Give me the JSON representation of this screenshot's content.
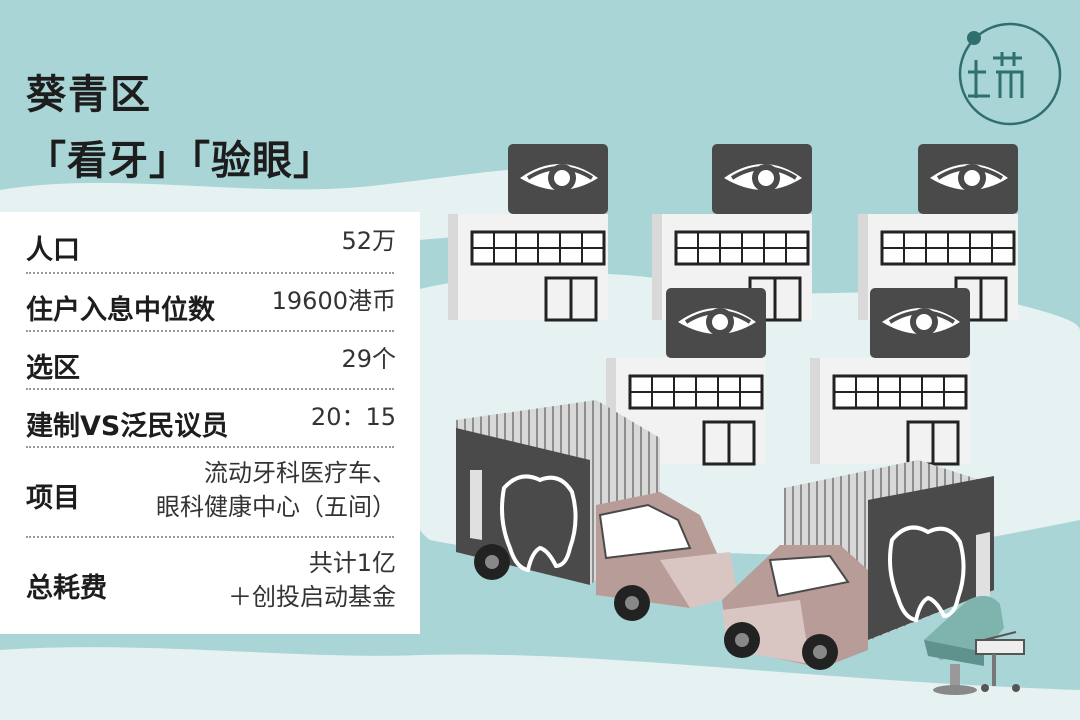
{
  "header": {
    "title_line1": "葵青区",
    "title_line2": "「看牙」「验眼」"
  },
  "logo": {
    "icon": "logo-icon",
    "color": "#2f6f6d"
  },
  "info_table": {
    "rows": [
      {
        "label": "人口",
        "value_lines": [
          "52万"
        ]
      },
      {
        "label": "住户入息中位数",
        "value_lines": [
          "19600港币"
        ]
      },
      {
        "label": "选区",
        "value_lines": [
          "29个"
        ]
      },
      {
        "label": "建制VS泛民议员",
        "value_lines": [
          "20：15"
        ]
      },
      {
        "label": "项目",
        "value_lines": [
          "流动牙科医疗车、",
          "眼科健康中心（五间）"
        ]
      },
      {
        "label": "总耗费",
        "value_lines": [
          "共计1亿",
          "＋创投启动基金"
        ]
      }
    ]
  },
  "illustration": {
    "icons": [
      "eye-icon",
      "tooth-icon",
      "building-icon",
      "truck-icon",
      "dental-chair-icon"
    ],
    "colors": {
      "background": "#a9d5d6",
      "land": "#e6f1f1",
      "sign": "#4a4a4a",
      "truck_cab": "#b89c98",
      "chair": "#7fb3ad"
    }
  }
}
